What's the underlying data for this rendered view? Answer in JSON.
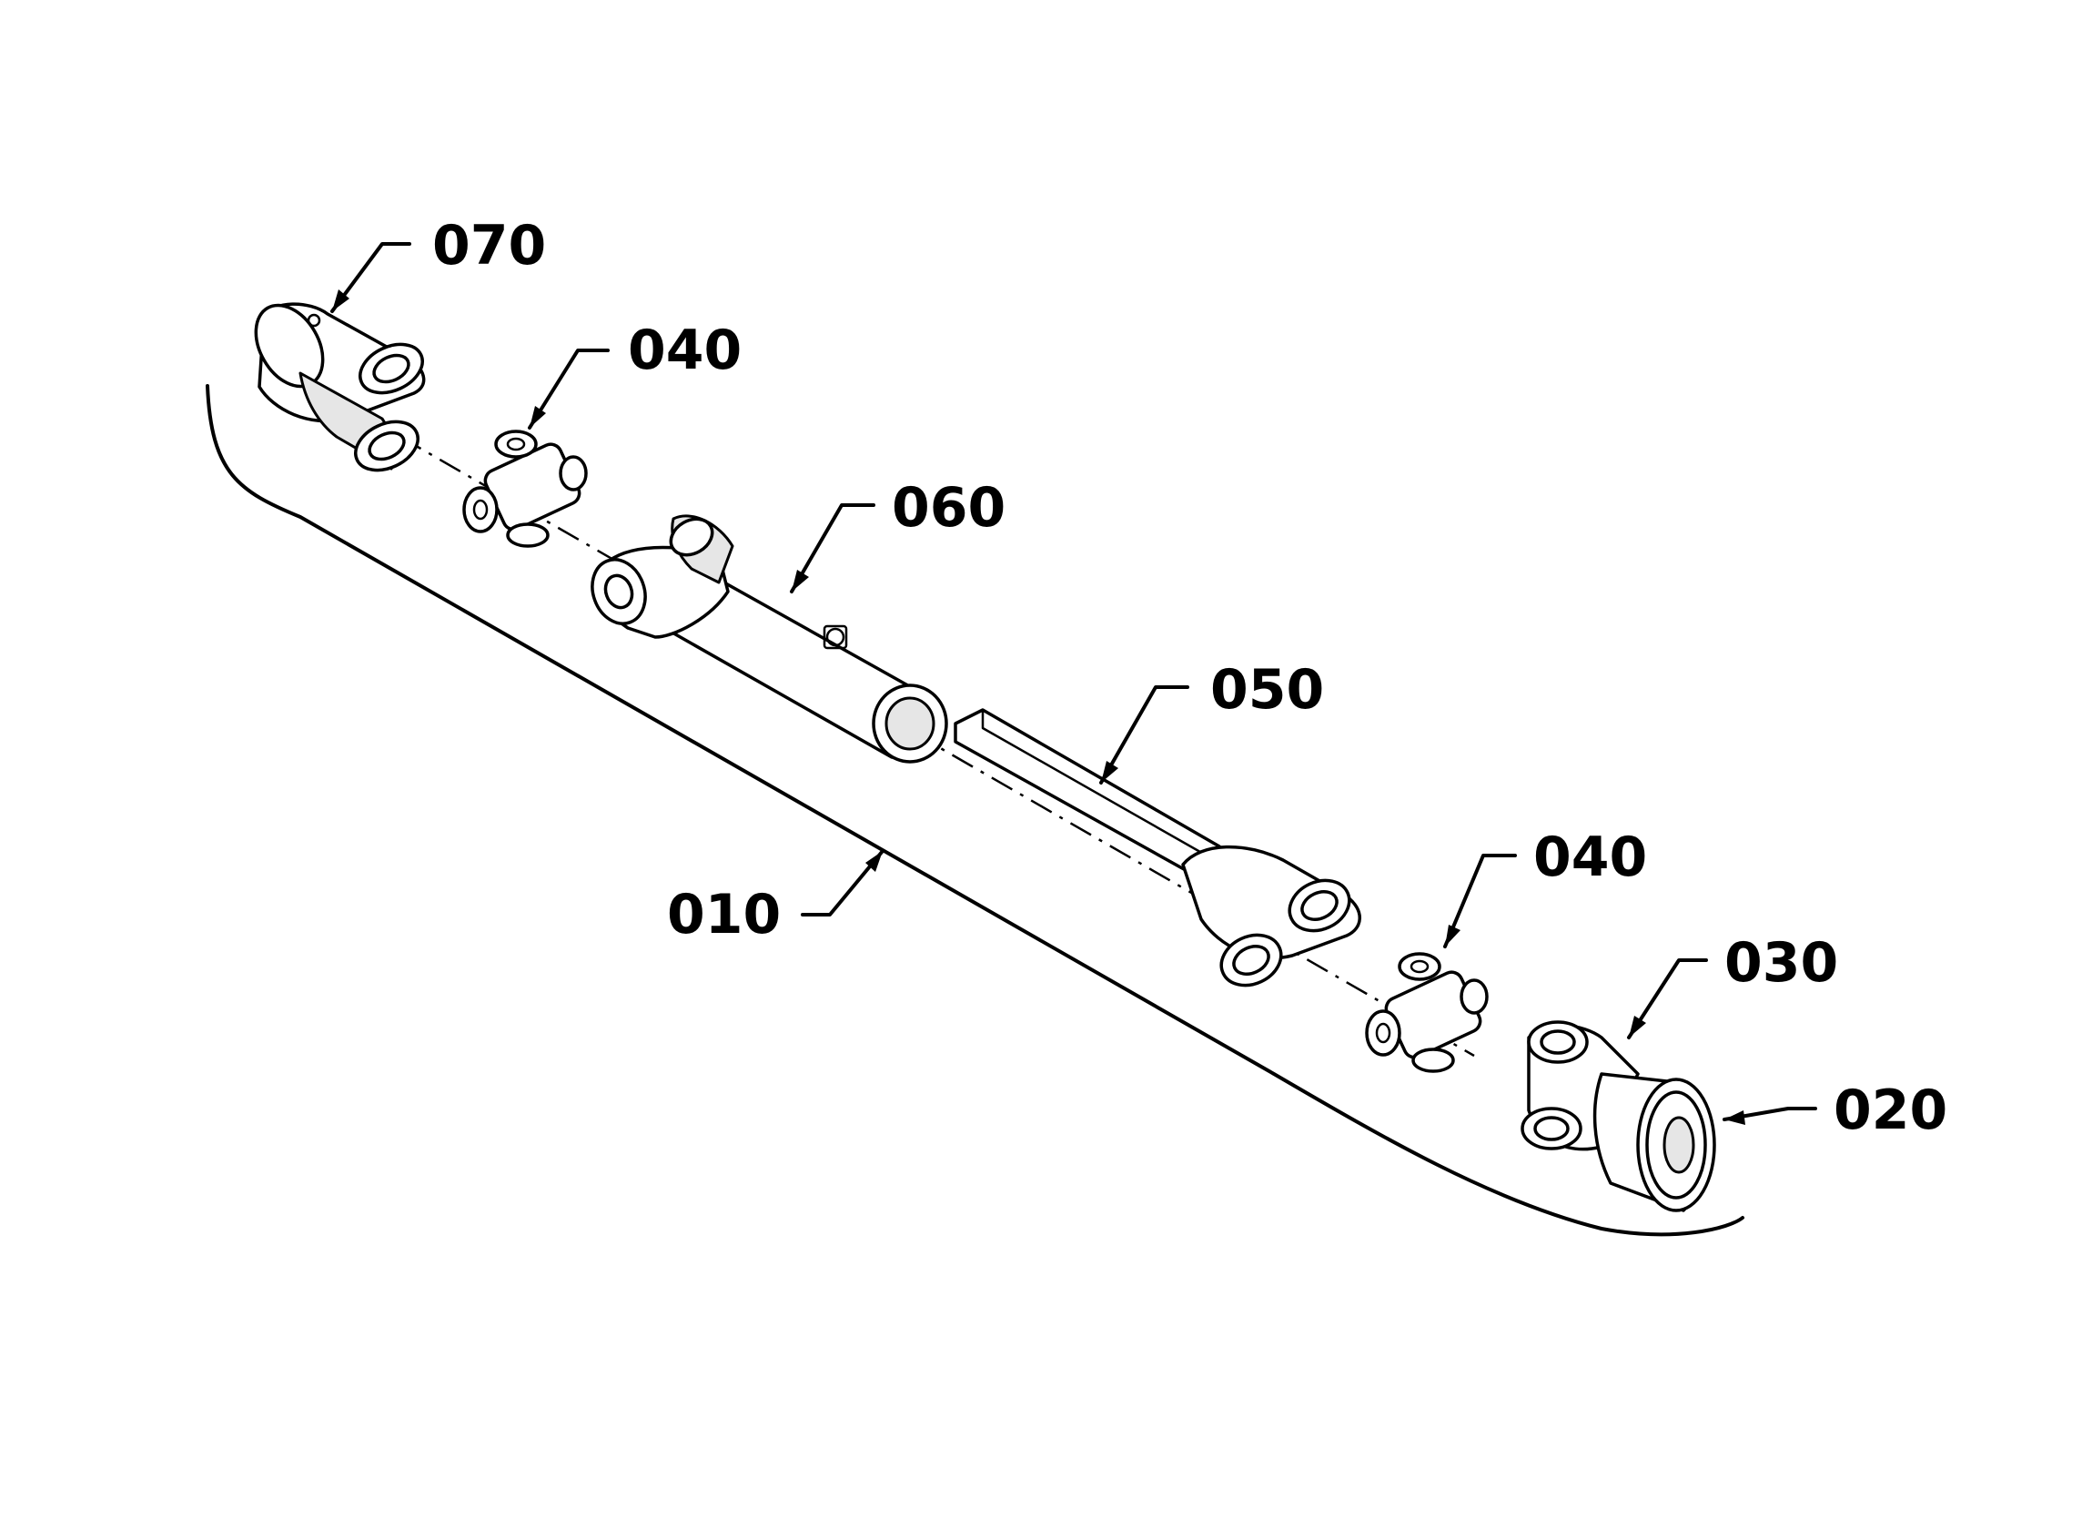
{
  "diagram": {
    "type": "exploded-parts-view",
    "callouts": [
      {
        "id": "c070",
        "label": "070"
      },
      {
        "id": "c040a",
        "label": "040"
      },
      {
        "id": "c060",
        "label": "060"
      },
      {
        "id": "c050",
        "label": "050"
      },
      {
        "id": "c010",
        "label": "010"
      },
      {
        "id": "c040b",
        "label": "040"
      },
      {
        "id": "c030",
        "label": "030"
      },
      {
        "id": "c020",
        "label": "020"
      }
    ]
  }
}
